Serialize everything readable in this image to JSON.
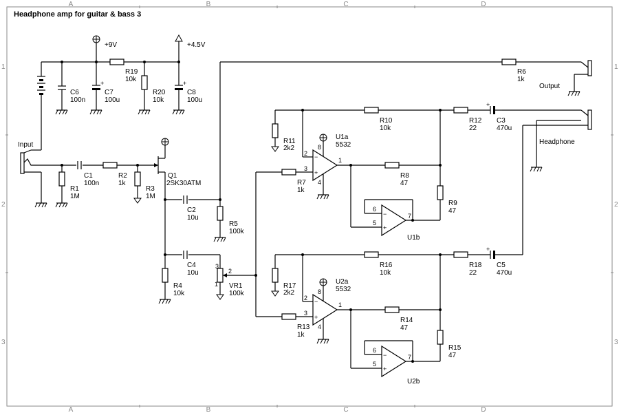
{
  "title": "Headphone amp for guitar & bass 3",
  "grid": {
    "cols": [
      "A",
      "B",
      "C",
      "D"
    ],
    "rows": [
      "1",
      "2",
      "3"
    ]
  },
  "rails": {
    "v9": "+9V",
    "v45": "+4.5V"
  },
  "connectors": {
    "input": "Input",
    "output": "Output",
    "headphone": "Headphone"
  },
  "parts": {
    "C6": {
      "ref": "C6",
      "value": "100n"
    },
    "C7": {
      "ref": "C7",
      "value": "100u"
    },
    "R19": {
      "ref": "R19",
      "value": "10k"
    },
    "R20": {
      "ref": "R20",
      "value": "10k"
    },
    "C8": {
      "ref": "C8",
      "value": "100u"
    },
    "C1": {
      "ref": "C1",
      "value": "100n"
    },
    "R2": {
      "ref": "R2",
      "value": "1k"
    },
    "R1": {
      "ref": "R1",
      "value": "1M"
    },
    "R3": {
      "ref": "R3",
      "value": "1M"
    },
    "Q1": {
      "ref": "Q1",
      "value": "2SK30ATM"
    },
    "C2": {
      "ref": "C2",
      "value": "10u"
    },
    "R5": {
      "ref": "R5",
      "value": "100k"
    },
    "C4": {
      "ref": "C4",
      "value": "10u"
    },
    "R4": {
      "ref": "R4",
      "value": "10k"
    },
    "VR1": {
      "ref": "VR1",
      "value": "100k"
    },
    "R6": {
      "ref": "R6",
      "value": "1k"
    },
    "R10": {
      "ref": "R10",
      "value": "10k"
    },
    "R11": {
      "ref": "R11",
      "value": "2k2"
    },
    "U1a": {
      "ref": "U1a",
      "value": "5532"
    },
    "R7": {
      "ref": "R7",
      "value": "1k"
    },
    "R8": {
      "ref": "R8",
      "value": "47"
    },
    "R9": {
      "ref": "R9",
      "value": "47"
    },
    "U1b": {
      "ref": "U1b"
    },
    "R12": {
      "ref": "R12",
      "value": "22"
    },
    "C3": {
      "ref": "C3",
      "value": "470u"
    },
    "R16": {
      "ref": "R16",
      "value": "10k"
    },
    "R17": {
      "ref": "R17",
      "value": "2k2"
    },
    "U2a": {
      "ref": "U2a",
      "value": "5532"
    },
    "R13": {
      "ref": "R13",
      "value": "1k"
    },
    "R14": {
      "ref": "R14",
      "value": "47"
    },
    "R15": {
      "ref": "R15",
      "value": "47"
    },
    "U2b": {
      "ref": "U2b"
    },
    "R18": {
      "ref": "R18",
      "value": "22"
    },
    "C5": {
      "ref": "C5",
      "value": "470u"
    }
  },
  "pins": {
    "p1": "1",
    "p2": "2",
    "p3": "3",
    "p4": "4",
    "p5": "5",
    "p6": "6",
    "p7": "7",
    "p8": "8",
    "minus": "−",
    "plus": "+"
  }
}
